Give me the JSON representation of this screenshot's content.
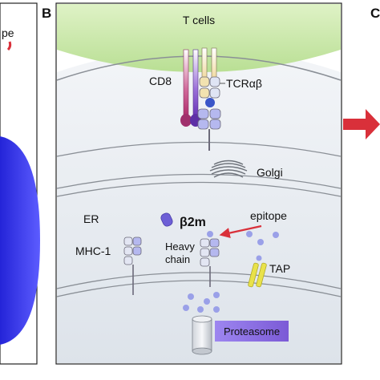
{
  "panels": {
    "b_letter": "B",
    "c_letter": "C"
  },
  "left_panel": {
    "partial_text": "pe"
  },
  "labels": {
    "t_cells": "T cells",
    "cd8": "CD8",
    "tcr": "TCRαβ",
    "golgi": "Golgi",
    "er": "ER",
    "mhc1": "MHC-1",
    "b2m": "β2m",
    "epitope": "epitope",
    "heavy_chain_line1": "Heavy",
    "heavy_chain_line2": "chain",
    "tap": "TAP",
    "proteasome": "Proteasome"
  },
  "colors": {
    "t_cell_membrane": "#c8e6a6",
    "cell_fill": "#e8edf2",
    "membrane_line": "#8a8f96",
    "left_blue": "#3a3aef",
    "arrow_red": "#d9303a",
    "proteasome_purple": "#8b6ce0",
    "tap_yellow": "#e9e24a",
    "molecule_lavender": "#a9a9e8"
  }
}
